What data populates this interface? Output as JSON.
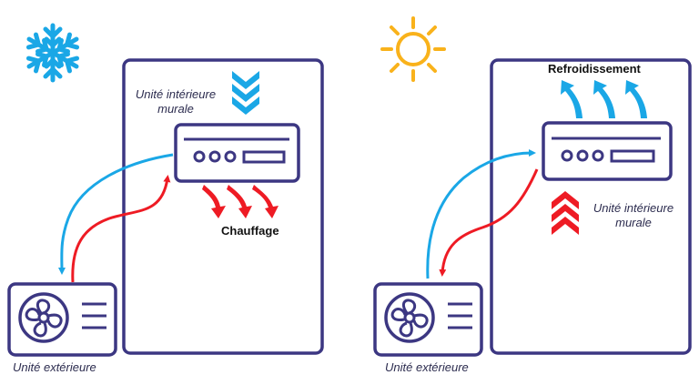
{
  "colors": {
    "outline": "#3c3782",
    "cold_blue": "#1aa7e6",
    "hot_red": "#ee1b24",
    "sun_yellow": "#f9b21b",
    "snow_blue": "#1aa7e6"
  },
  "icons": {
    "winter": "snowflake-icon",
    "summer": "sun-icon",
    "fan": "fan-icon"
  },
  "winter_panel": {
    "indoor_unit_label_line1": "Unité intérieure",
    "indoor_unit_label_line2": "murale",
    "mode_label": "Chauffage",
    "outdoor_unit_label": "Unité extérieure"
  },
  "summer_panel": {
    "mode_label": "Refroidissement",
    "indoor_unit_label_line1": "Unité intérieure",
    "indoor_unit_label_line2": "murale",
    "outdoor_unit_label": "Unité extérieure"
  }
}
